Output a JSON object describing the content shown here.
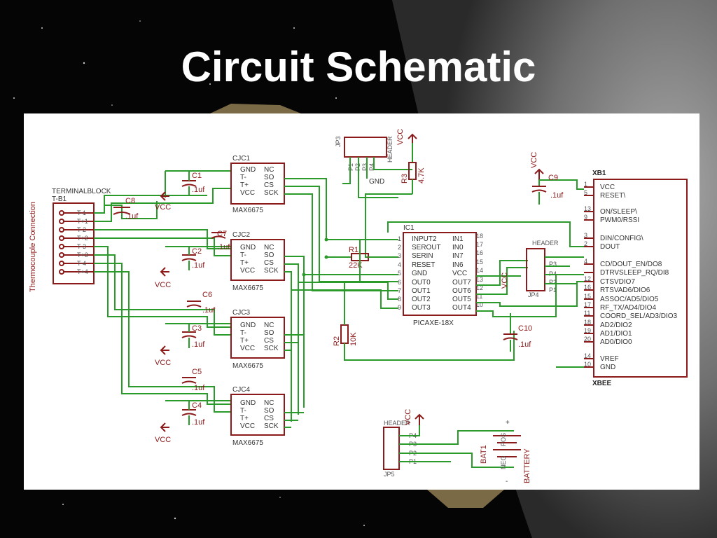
{
  "slide": {
    "title": "Circuit Schematic"
  },
  "schematic": {
    "side_label": "Thermocouple Connection",
    "terminal": {
      "name": "TERMINALBLOCK",
      "ref": "T-B1",
      "pins": [
        "T-1",
        "T+1",
        "T-2",
        "T+2",
        "T-3",
        "T+3",
        "T-4",
        "T+4"
      ]
    },
    "vcc": "VCC",
    "gnd": "GND",
    "max_pins_left": [
      "GND",
      "T-",
      "T+",
      "VCC"
    ],
    "max_pins_right": [
      "NC",
      "SO",
      "CS",
      "SCK"
    ],
    "max_part": "MAX6675",
    "chips": [
      {
        "ref": "CJC1",
        "cap_ref": "C1",
        "cap_val": ".1uf"
      },
      {
        "ref": "CJC2",
        "cap_ref": "C2",
        "cap_val": ".1uf"
      },
      {
        "ref": "CJC3",
        "cap_ref": "C3",
        "cap_val": ".1uf"
      },
      {
        "ref": "CJC4",
        "cap_ref": "C4",
        "cap_val": ".1uf"
      }
    ],
    "caps": {
      "c8": {
        "ref": "C8",
        "val": ".1uf"
      },
      "c7": {
        "ref": "C7",
        "val": ".1uf"
      },
      "c6": {
        "ref": "C6",
        "val": ".1uf"
      },
      "c5": {
        "ref": "C5",
        "val": ".1uf"
      },
      "c9": {
        "ref": "C9",
        "val": ".1uf"
      },
      "c10": {
        "ref": "C10",
        "val": ".1uf"
      }
    },
    "resistors": {
      "r1": {
        "ref": "R1",
        "val": "22K"
      },
      "r2": {
        "ref": "R2",
        "val": "10K"
      },
      "r3": {
        "ref": "R3",
        "val": "4.7K"
      }
    },
    "jp3": {
      "ref": "JP3",
      "name": "HEADER",
      "pins": [
        "P1",
        "P2",
        "P3",
        "P4"
      ]
    },
    "jp4": {
      "ref": "JP4",
      "name": "HEADER",
      "pins": [
        "P4",
        "P3",
        "P2",
        "P1"
      ]
    },
    "jp5": {
      "ref": "JP5",
      "name": "HEADER",
      "pins": [
        "P4",
        "P3",
        "P2",
        "P1"
      ]
    },
    "ic1": {
      "ref": "IC1",
      "part": "PICAXE-18X",
      "left": [
        "INPUT2",
        "SEROUT",
        "SERIN",
        "RESET",
        "GND",
        "OUT0",
        "OUT1",
        "OUT2",
        "OUT3"
      ],
      "right": [
        "IN1",
        "IN0",
        "IN7",
        "IN6",
        "VCC",
        "OUT7",
        "OUT6",
        "OUT5",
        "OUT4"
      ],
      "lnums": [
        "1",
        "2",
        "3",
        "4",
        "5",
        "6",
        "7",
        "8",
        "9"
      ],
      "rnums": [
        "18",
        "17",
        "16",
        "15",
        "14",
        "13",
        "12",
        "11",
        "10"
      ]
    },
    "xb1": {
      "ref": "XB1",
      "part": "XBEE",
      "pins": [
        "VCC",
        "RESET\\",
        "ON/SLEEP\\",
        "PWM0/RSSI",
        "DIN/CONFIG\\",
        "DOUT",
        "CD/DOUT_EN/DO8",
        "DTRVSLEEP_RQ/DI8",
        "CTSVDIO7",
        "RTSVAD6/DIO6",
        "ASSOC/AD5/DIO5",
        "RF_TX/AD4/DIO4",
        "COORD_SEL/AD3/DIO3",
        "AD2/DIO2",
        "AD1/DIO1",
        "AD0/DIO0",
        "VREF",
        "GND"
      ],
      "nums": [
        "1",
        "5",
        "13",
        "9",
        "3",
        "2",
        "4",
        "12",
        "16",
        "15",
        "17",
        "11",
        "18",
        "19",
        "20",
        "14",
        "10"
      ]
    },
    "bat": {
      "ref": "BAT1",
      "type": "BATTERY",
      "neg": "NEG",
      "pos": "POS",
      "plus": "+",
      "minus": "-"
    }
  }
}
